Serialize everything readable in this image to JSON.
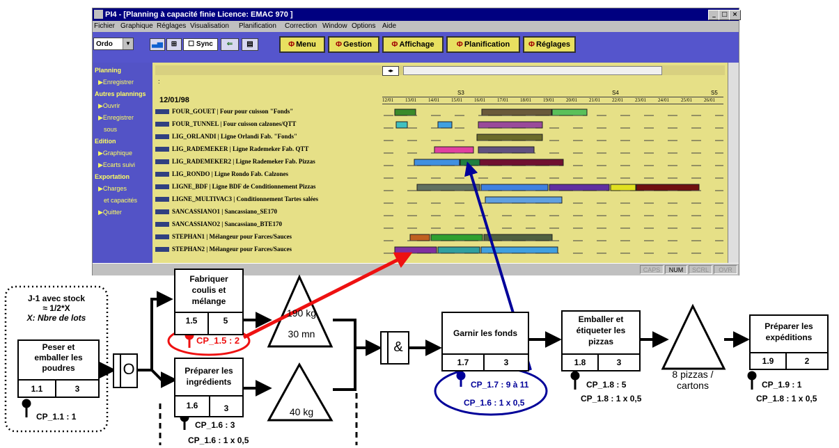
{
  "window": {
    "title": "PI4 - [Planning à capacité finie    Licence: EMAC 970    ]",
    "controls": {
      "minimize": "_",
      "maximize": "□",
      "close": "×"
    },
    "menu": [
      "Fichier",
      "Graphique",
      "Réglages",
      "Visualisation",
      "Planification",
      "Correction",
      "Window",
      "Options",
      "Aide"
    ],
    "toolbar": {
      "combo_value": "Ordo",
      "sync_label": "Sync",
      "buttons": [
        "Menu",
        "Gestion",
        "Affichage",
        "Planification",
        "Réglages"
      ]
    },
    "sidebar": [
      {
        "label": "Planning",
        "type": "section"
      },
      {
        "label": "▶Enregistrer",
        "type": "item"
      },
      {
        "label": "Autres plannings",
        "type": "section"
      },
      {
        "label": "▶Ouvrir",
        "type": "item"
      },
      {
        "label": "▶Enregistrer",
        "type": "item"
      },
      {
        "label": "sous",
        "type": "item"
      },
      {
        "label": "Edition",
        "type": "section"
      },
      {
        "label": "▶Graphique",
        "type": "item"
      },
      {
        "label": "▶Ecarts suivi",
        "type": "item"
      },
      {
        "label": "Exportation",
        "type": "section"
      },
      {
        "label": "▶Charges",
        "type": "item"
      },
      {
        "label": "et capacités",
        "type": "item"
      },
      {
        "label": "▶Quitter",
        "type": "item"
      }
    ],
    "gantt": {
      "field": ":",
      "date": "12/01/98",
      "weeks": [
        "S3",
        "S4",
        "S5"
      ],
      "days": [
        "12/01",
        "13/01",
        "14/01",
        "15/01",
        "16/01",
        "17/01",
        "18/01",
        "19/01",
        "20/01",
        "21/01",
        "22/01",
        "23/01",
        "24/01",
        "25/01",
        "26/01"
      ],
      "rows": [
        "FOUR_GOUET | Four pour cuisson \"Fonds\"",
        "FOUR_TUNNEL | Four cuisson calzones/QTT",
        "LIG_ORLANDI | Ligne Orlandi Fab. \"Fonds\"",
        "LIG_RADEMEKER | Ligne Rademeker Fab. QTT",
        "LIG_RADEMEKER2 | Ligne Rademeker Fab. Pizzas",
        "LIG_RONDO | Ligne Rondo Fab. Calzones",
        "LIGNE_BDF | Ligne BDF de Conditionnement Pizzas",
        "LIGNE_MULTIVAC3 | Conditionnement Tartes salées",
        "SANCASSIANO1 | Sancassiano_SE170",
        "SANCASSIANO2 | Sancassiano_BTE170",
        "STEPHAN1 | Mélangeur pour Farces/Sauces",
        "STEPHAN2 | Mélangeur pour Farces/Sauces"
      ]
    },
    "status": [
      "CAPS",
      "NUM",
      "SCRL",
      "OVR"
    ]
  },
  "diagram": {
    "stock_note": [
      "J-1 avec stock",
      "≈ 1/2*X",
      "X: Nbre de lots"
    ],
    "peser": {
      "title": [
        "Peser et",
        "emballer les",
        "poudres"
      ],
      "code": "1.1",
      "qty": "3",
      "cp": "CP_1.1 : 1"
    },
    "or_label": "O",
    "fabriquer": {
      "title": [
        "Fabriquer",
        "coulis et",
        "mélange"
      ],
      "code": "1.5",
      "qty": "5",
      "cp": "CP_1.5 : 2"
    },
    "stock1": {
      "qty": "190 kg",
      "time": "30 mn"
    },
    "preparer_ingr": {
      "title": [
        "Préparer les",
        "ingrédients"
      ],
      "code": "1.6",
      "qty": "3",
      "cp": [
        "CP_1.6 : 3",
        "CP_1.6 : 1 x 0,5"
      ]
    },
    "stock2": {
      "qty": "40 kg"
    },
    "and_label": "&",
    "garnir": {
      "title": [
        "Garnir les fonds"
      ],
      "code": "1.7",
      "qty": "3",
      "cp": [
        "CP_1.7 : 9 à 11",
        "CP_1.6 : 1 x 0,5"
      ]
    },
    "emballer": {
      "title": [
        "Emballer et",
        "étiqueter les",
        "pizzas"
      ],
      "code": "1.8",
      "qty": "3",
      "cp": [
        "CP_1.8 : 5",
        "CP_1.8 : 1 x 0,5"
      ]
    },
    "stock3": {
      "label": [
        "8 pizzas /",
        "cartons"
      ]
    },
    "expedier": {
      "title": [
        "Préparer les",
        "expéditions"
      ],
      "code": "1.9",
      "qty": "2",
      "cp": [
        "CP_1.9 : 1",
        "CP_1.8 : 1 x 0,5"
      ]
    },
    "colors": {
      "red": "#ee1111",
      "blue": "#000099"
    }
  }
}
